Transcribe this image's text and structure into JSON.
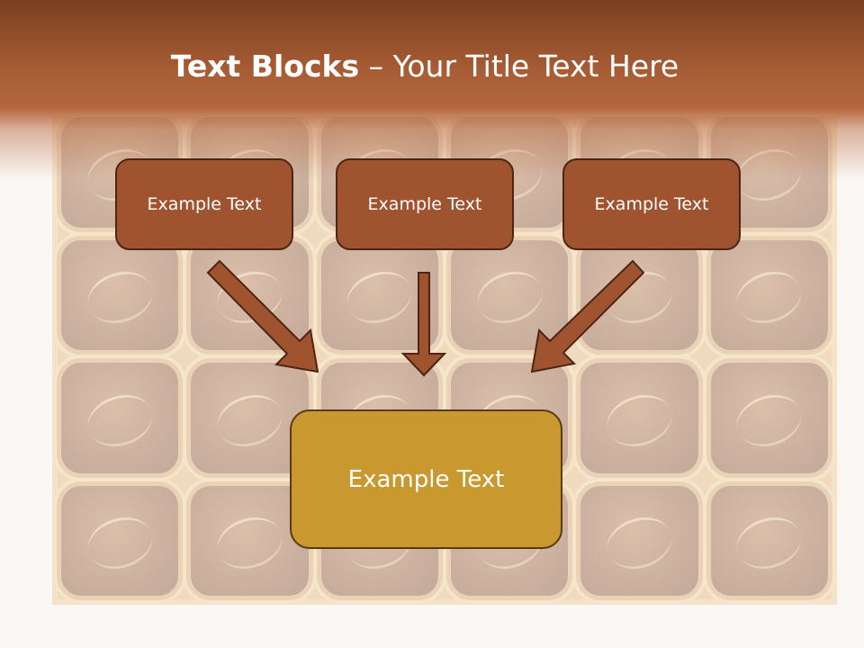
{
  "slide": {
    "title_bold": "Text Blocks",
    "title_sep": " – ",
    "title_rest": "Your Title Text Here",
    "blocks": [
      {
        "label": "Example Text"
      },
      {
        "label": "Example Text"
      },
      {
        "label": "Example Text"
      }
    ],
    "main_block": {
      "label": "Example Text"
    }
  },
  "colors": {
    "header": "#a85d35",
    "block_fill": "#a0532f",
    "block_border": "#4e2414",
    "main_fill": "#c9982e",
    "arrow_fill": "#a0532f"
  }
}
